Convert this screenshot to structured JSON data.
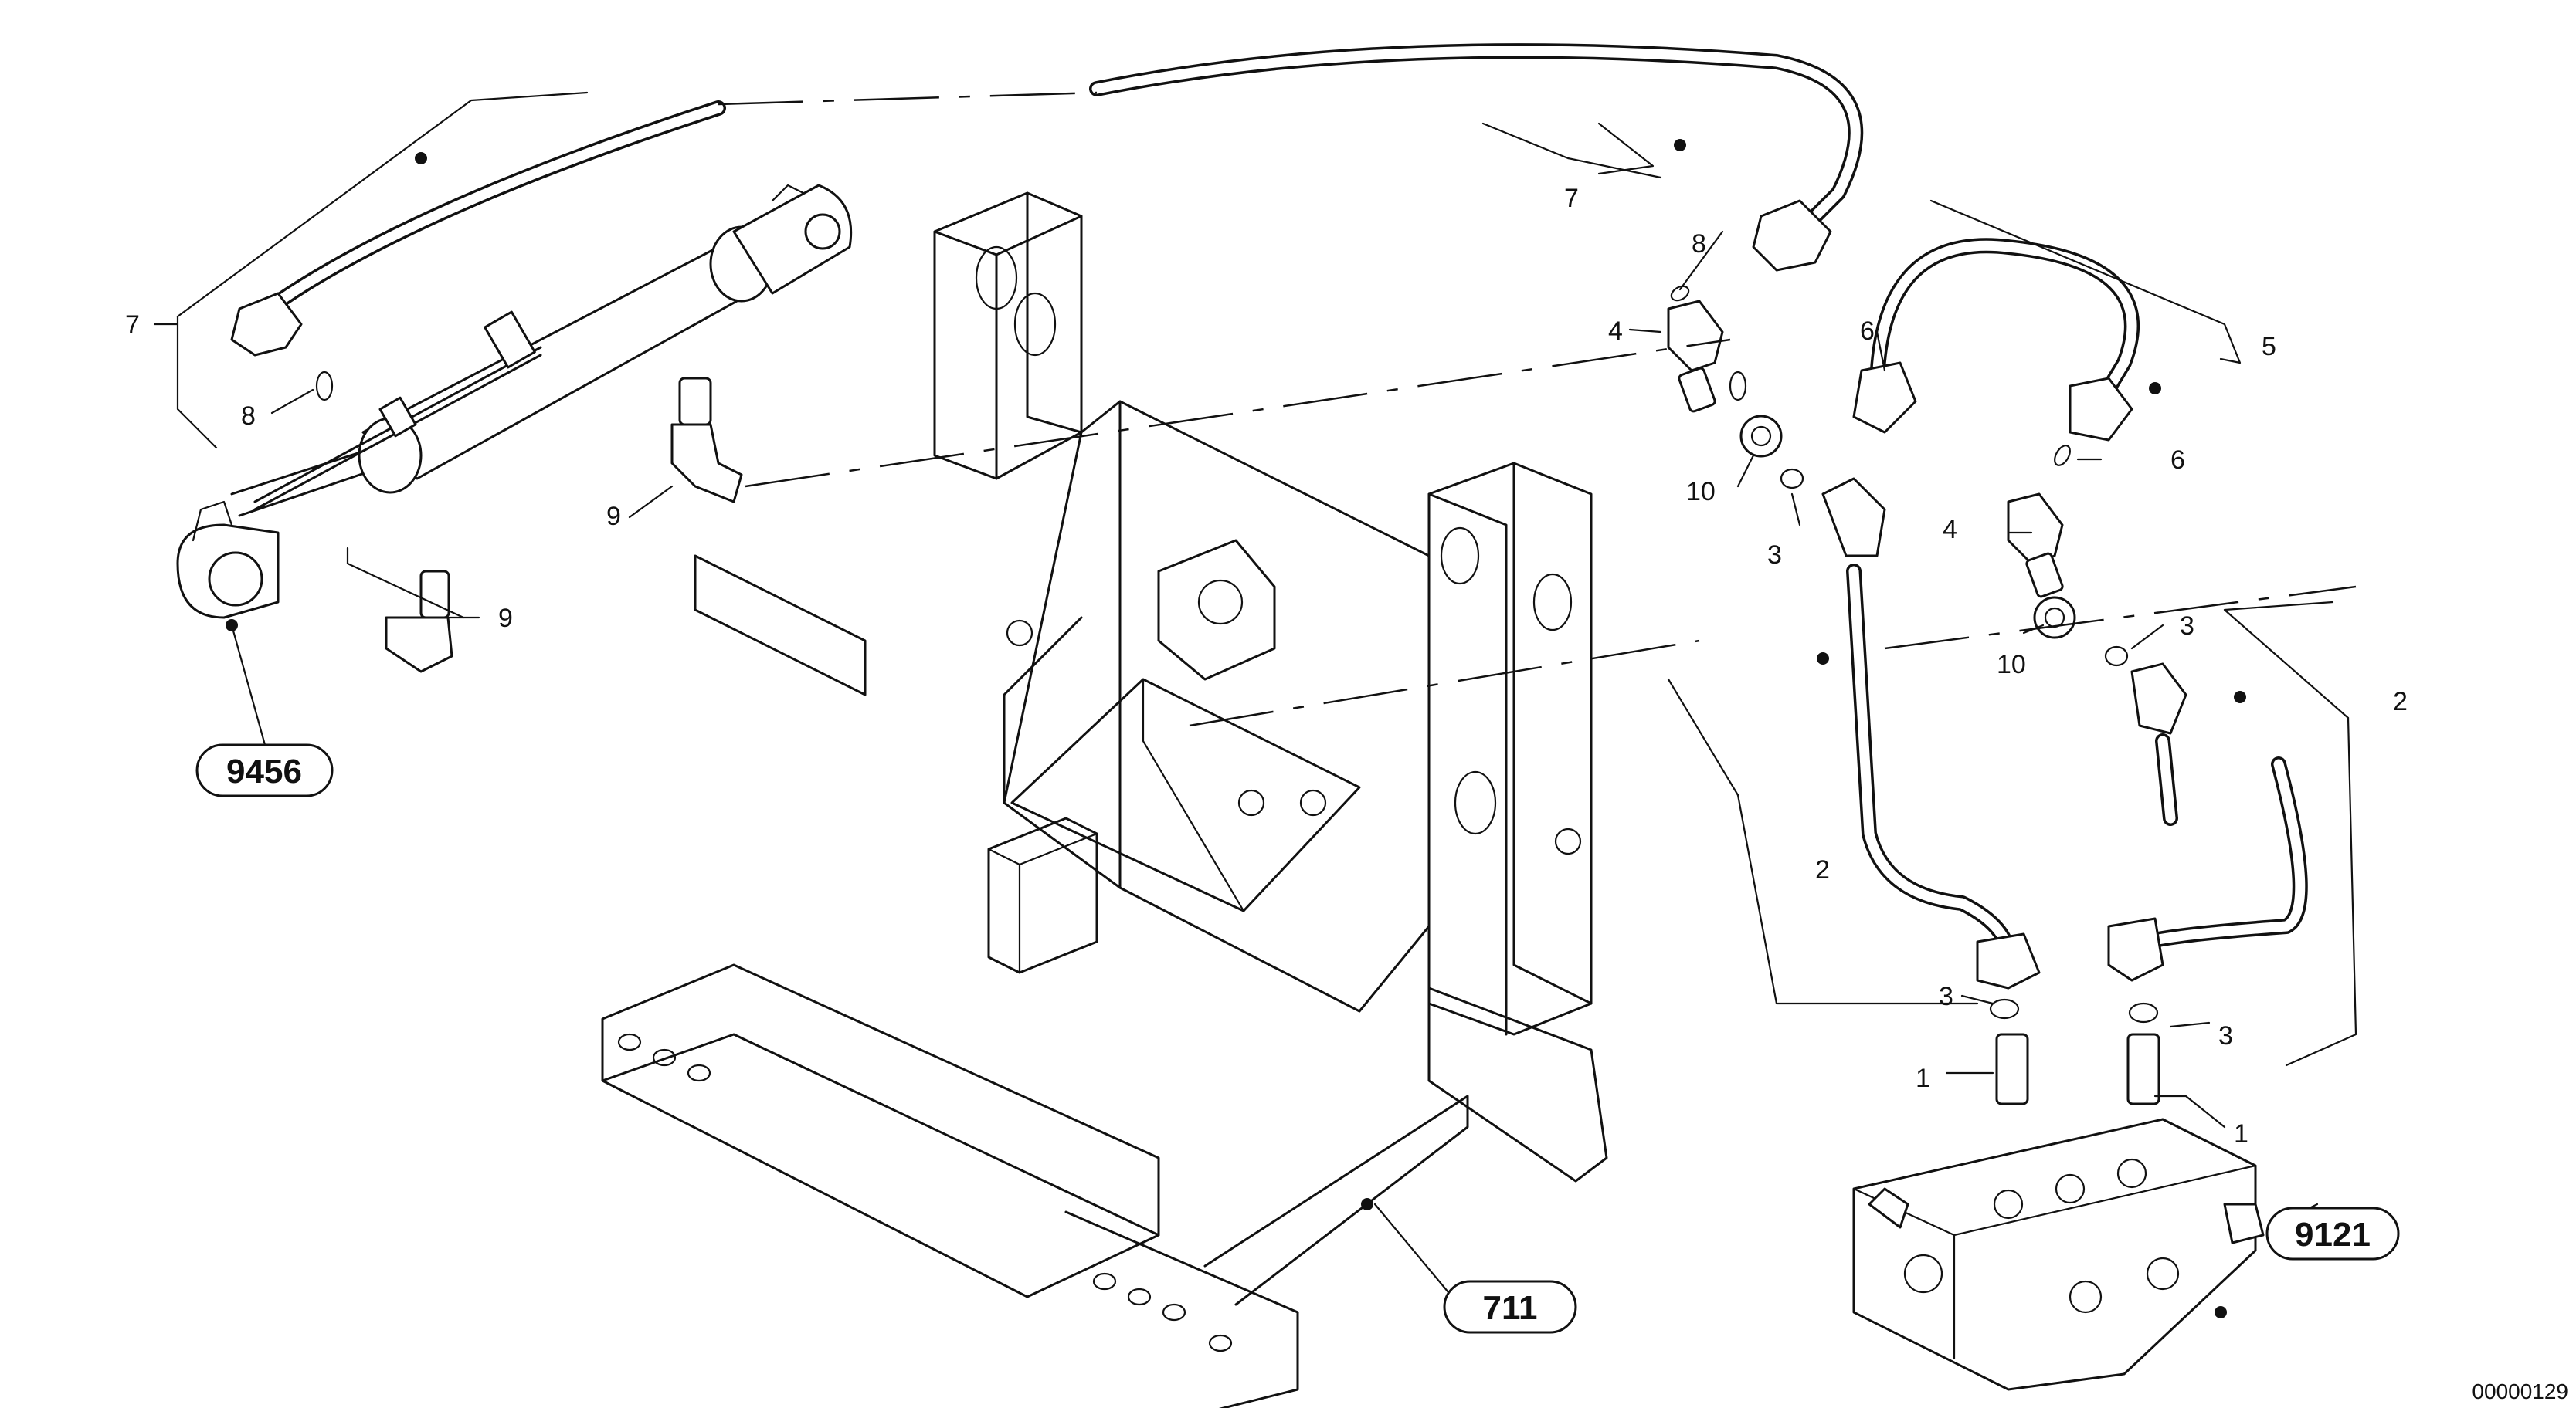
{
  "callouts": {
    "c7a": "7",
    "c8a": "8",
    "c9a": "9",
    "c9b": "9",
    "c7b": "7",
    "c8b": "8",
    "c4a": "4",
    "c6a": "6",
    "c5": "5",
    "c10a": "10",
    "c3a": "3",
    "c6b": "6",
    "c4b": "4",
    "c10b": "10",
    "c3b": "3",
    "c2a": "2",
    "c2b": "2",
    "c3c": "3",
    "c3d": "3",
    "c1a": "1",
    "c1b": "1"
  },
  "refs": {
    "cylinder": "9456",
    "frame": "711",
    "valve": "9121"
  },
  "doc_id": "00000129"
}
